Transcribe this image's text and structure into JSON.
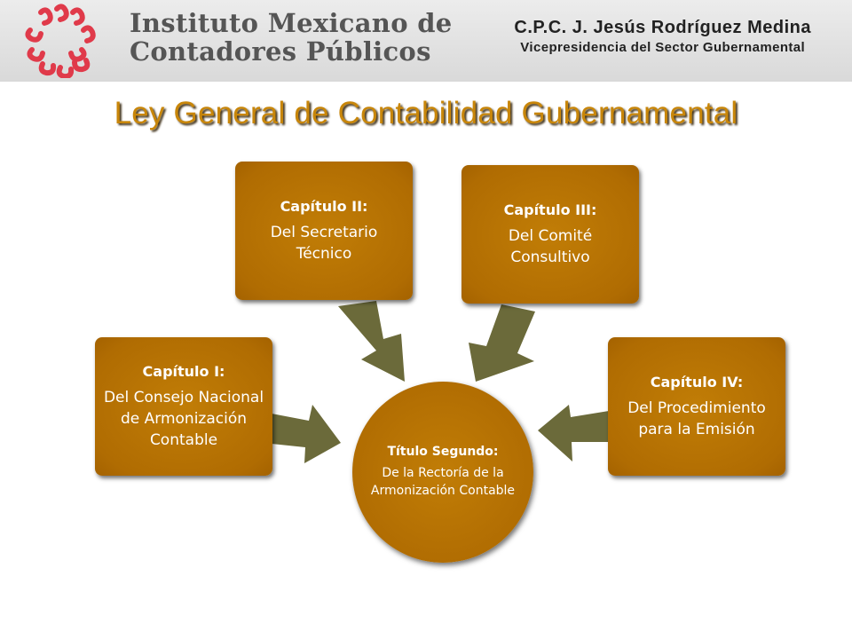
{
  "header": {
    "org_line1": "Instituto Mexicano de",
    "org_line2": "Contadores Públicos",
    "person_name": "C.P.C. J. Jesús Rodríguez Medina",
    "person_role": "Vicepresidencia del Sector Gubernamental",
    "logo_icon": "imcp-logo-icon"
  },
  "title": "Ley General de Contabilidad Gubernamental",
  "center": {
    "heading": "Título Segundo:",
    "text": "De la Rectoría de la Armonización Contable"
  },
  "chapters": [
    {
      "heading": "Capítulo I:",
      "text": "Del Consejo Nacional de Armonización Contable"
    },
    {
      "heading": "Capítulo II:",
      "text": "Del Secretario Técnico"
    },
    {
      "heading": "Capítulo III:",
      "text": "Del Comité Consultivo"
    },
    {
      "heading": "Capítulo IV:",
      "text": "Del Procedimiento para la Emisión"
    }
  ],
  "colors": {
    "box_fill": "#b8730a",
    "arrow_fill": "#6b6a3a",
    "title_color": "#c8860a",
    "logo_color": "#e03a4a"
  }
}
